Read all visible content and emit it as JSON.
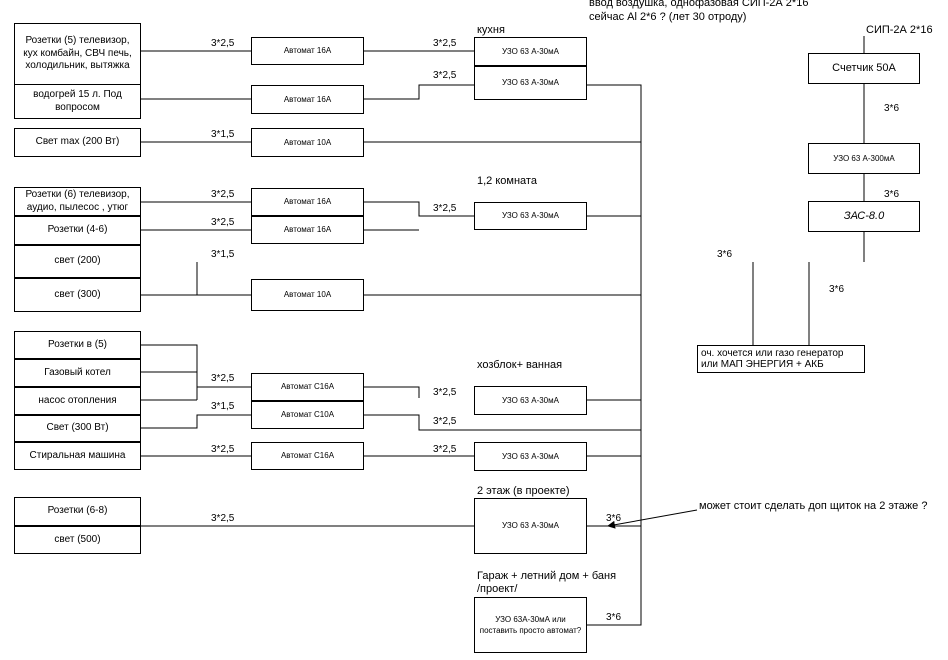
{
  "header": {
    "line1": "ввод воздушка, однофазовая СИП-2А 2*16",
    "line2": "сейчас  Al 2*6  ? (лет 30 отроду)"
  },
  "sources": {
    "kitchen_sockets": "Розетки  (5) телевизор,\nкух комбайн, СВЧ печь,\nхолодильник, вытяжка",
    "boiler": "водогрей 15 л. Под\nвопросом",
    "light_max": "Свет max (200 Вт)",
    "room_sockets_6": "Розетки  (6) телевизор,\nаудио, пылесос , утюг",
    "room_sockets_46": "Розетки  (4-6)",
    "light_200": "свет  (200)",
    "light_300": "свет  (300)",
    "shed_sockets": "Розетки в (5)",
    "gas_boiler": "Газовый котел",
    "heating_pump": "насос отопления",
    "shed_light": "Свет  (300 Вт)",
    "washing_machine": "Стиральная машина",
    "floor2_sockets": "Розетки  (6-8)",
    "floor2_light": "свет (500)"
  },
  "breakers": {
    "a16_1": "Автомат 16А",
    "a16_2": "Автомат 16А",
    "a10_1": "Автомат 10А",
    "a16_3": "Автомат 16А",
    "a16_4": "Автомат 16А",
    "a10_2": "Автомат 10А",
    "c16_1": "Автомат С16А",
    "c10": "Автомат С10А",
    "c16_2": "Автомат С16А"
  },
  "rcd": {
    "kitchen_1": "УЗО 63 А-30мА",
    "kitchen_2": "УЗО 63 А-30мА",
    "rooms": "УЗО 63 А-30мА",
    "shed": "УЗО 63 А-30мА",
    "washer": "УЗО 63 А-30мА",
    "floor2": "УЗО 63 А-30мА",
    "garage": "УЗО 63А-30мА или\nпоставить просто автомат?",
    "main": "УЗО 63 А-300мА"
  },
  "main": {
    "cable": "СИП-2А 2*16",
    "meter": "Счетчик  50А",
    "cable_a": "3*6",
    "cable_b": "3*6",
    "zas": "ЗАС-8.0",
    "left_cable": "3*6",
    "right_cable": "3*6",
    "generator_note": "оч. хочется  или газо генератор\nили МАП ЭНЕРГИЯ + АКБ"
  },
  "sections": {
    "kitchen": "кухня",
    "rooms": "1,2 комната",
    "shed": "хозблок+ ванная",
    "floor2": "2 этаж (в проекте)",
    "garage": "Гараж + летний дом + баня\n/проект/"
  },
  "wires": {
    "w1": "3*2,5",
    "w2": "3*2,5",
    "w3": "3*2,5",
    "w4": "3*1,5",
    "w5": "3*2,5",
    "w6": "3*2,5",
    "w7": "3*2,5",
    "w8": "3*1,5",
    "w9": "3*2,5",
    "w10": "3*1,5",
    "w11": "3*2,5",
    "w12": "3*2,5",
    "w13": "3*2,5",
    "w14": "3*2,5",
    "w15": "3*2,5",
    "w16": "3*6",
    "w17": "3*6"
  },
  "question": "может стоит  сделать доп щиток на 2 этаже ?"
}
